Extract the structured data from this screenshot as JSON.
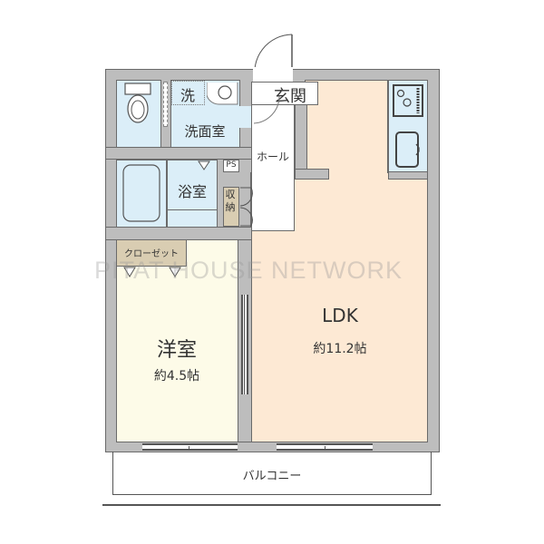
{
  "floorplan": {
    "rooms": {
      "toilet": {
        "label": ""
      },
      "laundry": {
        "label": "洗"
      },
      "washroom": {
        "label": "洗面室"
      },
      "entrance": {
        "label": "玄関"
      },
      "hall": {
        "label": "ホール"
      },
      "bath": {
        "label": "浴室"
      },
      "ps": {
        "label": "PS"
      },
      "storage": {
        "label": "収納"
      },
      "closet": {
        "label": "クローゼット"
      },
      "western_room": {
        "label": "洋室",
        "size": "約4.5帖"
      },
      "ldk": {
        "label": "LDK",
        "size": "約11.2帖"
      },
      "balcony": {
        "label": "バルコニー"
      }
    },
    "watermark": "PITAT HOUSE NETWORK",
    "colors": {
      "wet_area": "#dbeef8",
      "ldk": "#fde9d4",
      "western_room": "#fdfbe8",
      "storage": "#d9cdb2",
      "wall": "#bdbdbd"
    },
    "icons": [
      "toilet-icon",
      "washbasin-icon",
      "bathtub-icon",
      "stove-icon",
      "sink-icon",
      "door-swing-icon",
      "sliding-window-icon"
    ]
  }
}
